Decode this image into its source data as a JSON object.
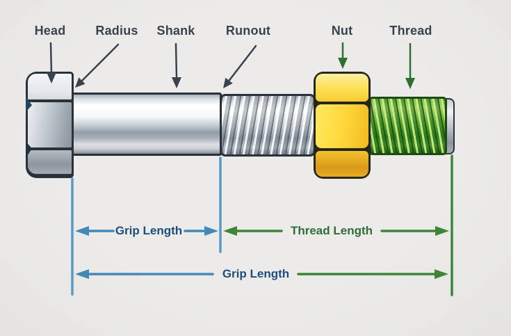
{
  "diagram": {
    "subject": "bolt-anatomy",
    "background_color": "#e9e8e6",
    "part_labels": [
      {
        "id": "head",
        "label": "Head"
      },
      {
        "id": "radius",
        "label": "Radius"
      },
      {
        "id": "shank",
        "label": "Shank"
      },
      {
        "id": "runout",
        "label": "Runout"
      },
      {
        "id": "nut",
        "label": "Nut"
      },
      {
        "id": "thread",
        "label": "Thread"
      }
    ],
    "dimensions": {
      "grip": {
        "label": "Grip Length",
        "text_color": "#1d4e7e",
        "line_color": "#4289b8"
      },
      "thread": {
        "label": "Thread Length",
        "text_color": "#2f6e38",
        "line_color": "#3f8538"
      },
      "overall": {
        "label": "Grip Length",
        "text_color": "#1d4e7e"
      }
    },
    "colors": {
      "part_label_text": "#39424d",
      "pointer_arrow_dark": "#39424d",
      "pointer_arrow_green": "#2e6e33",
      "bolt_outline": "#2b3138",
      "steel_highlight": "#ffffff",
      "steel_mid": "#9aa3ac",
      "nut_yellow": "#ffd83d",
      "nut_amber": "#d9991b",
      "thread_green": "#4ba32c",
      "extension_blue": "#5b9abf",
      "extension_green": "#3f8538"
    }
  }
}
